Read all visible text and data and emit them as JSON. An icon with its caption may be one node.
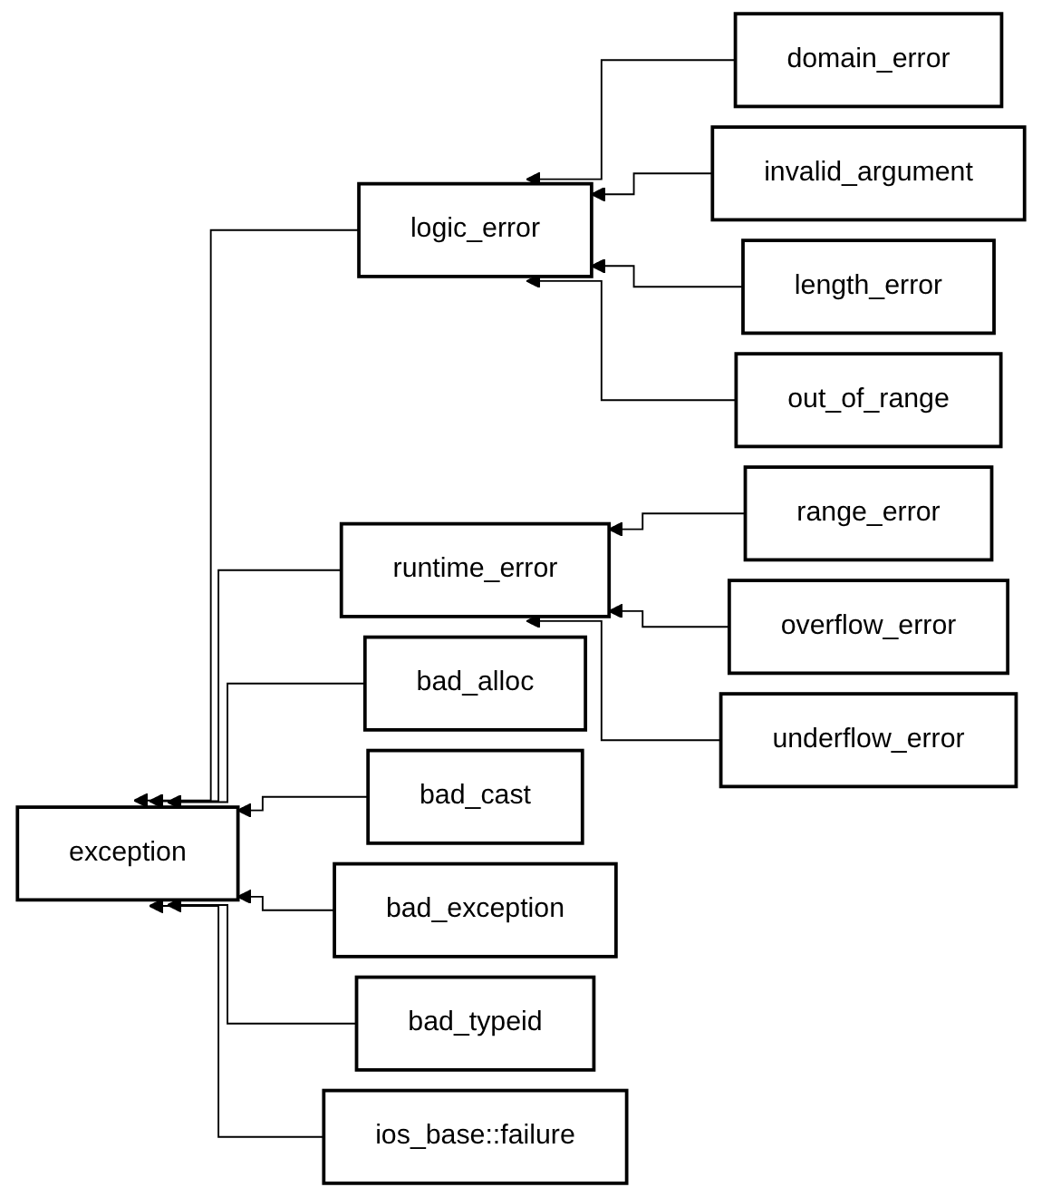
{
  "diagram": {
    "nodes": [
      {
        "text": [
          "exception"
        ]
      },
      {
        "text": [
          "logic_error"
        ]
      },
      {
        "text": [
          "runtime_error"
        ]
      },
      {
        "text": [
          "domain_error"
        ]
      },
      {
        "text": [
          "invalid_argument"
        ]
      },
      {
        "text": [
          "length_error"
        ]
      },
      {
        "text": [
          "out_of_range"
        ]
      },
      {
        "text": [
          "bad_alloc"
        ]
      },
      {
        "text": [
          "bad_cast"
        ]
      },
      {
        "text": [
          "bad_exception"
        ]
      },
      {
        "text": [
          "bad_typeid"
        ]
      },
      {
        "text": [
          "ios_base::failure"
        ]
      },
      {
        "text": [
          "range_error"
        ]
      },
      {
        "text": [
          "overflow_error"
        ]
      },
      {
        "text": [
          "underflow_error"
        ]
      }
    ],
    "edges": [
      {
        "from": 1,
        "to": 0,
        "arrow": "to"
      },
      {
        "from": 2,
        "to": 0,
        "arrow": "to"
      },
      {
        "from": 3,
        "to": 1,
        "arrow": "to"
      },
      {
        "from": 4,
        "to": 1,
        "arrow": "to"
      },
      {
        "from": 5,
        "to": 1,
        "arrow": "to"
      },
      {
        "from": 6,
        "to": 1,
        "arrow": "to"
      },
      {
        "from": 7,
        "to": 0,
        "arrow": "to"
      },
      {
        "from": 8,
        "to": 0,
        "arrow": "to"
      },
      {
        "from": 9,
        "to": 0,
        "arrow": "to"
      },
      {
        "from": 10,
        "to": 0,
        "arrow": "to"
      },
      {
        "from": 11,
        "to": 0,
        "arrow": "to"
      },
      {
        "from": 12,
        "to": 2,
        "arrow": "to"
      },
      {
        "from": 13,
        "to": 2,
        "arrow": "to"
      },
      {
        "from": 14,
        "to": 2,
        "arrow": "to"
      }
    ]
  }
}
